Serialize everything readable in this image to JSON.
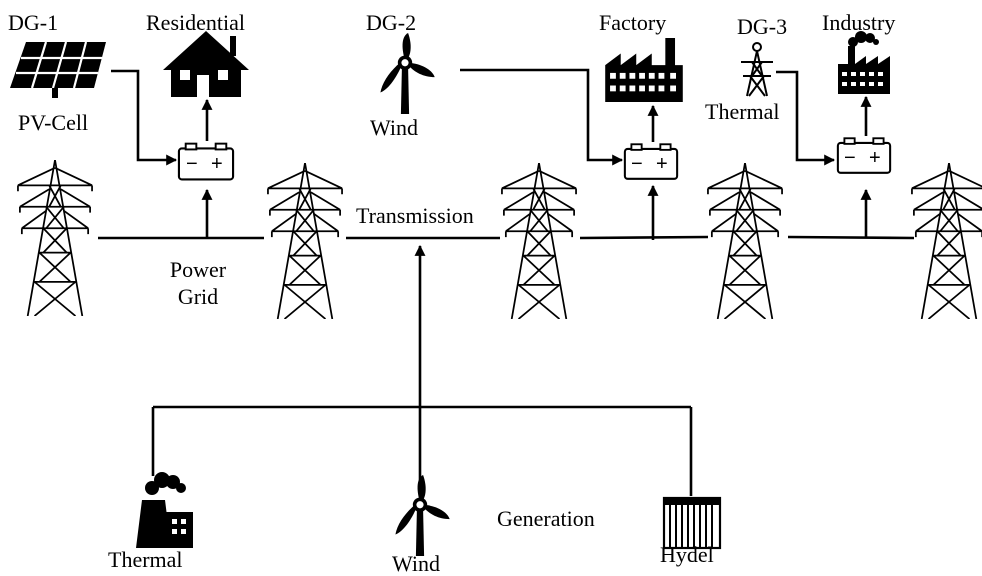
{
  "distributed_generation": {
    "dg1": {
      "tag": "DG-1",
      "source": "PV-Cell"
    },
    "dg2": {
      "tag": "DG-2",
      "source": "Wind"
    },
    "dg3": {
      "tag": "DG-3",
      "source": "Thermal"
    }
  },
  "loads": {
    "residential": "Residential",
    "factory": "Factory",
    "industry": "Industry"
  },
  "grid": {
    "power_grid": "Power Grid",
    "transmission": "Transmission"
  },
  "generation": {
    "title": "Generation",
    "thermal": "Thermal",
    "wind": "Wind",
    "hydel": "Hydel"
  },
  "battery": {
    "minus": "−",
    "plus": "+"
  },
  "colors": {
    "ink": "#000000",
    "background": "#ffffff"
  }
}
